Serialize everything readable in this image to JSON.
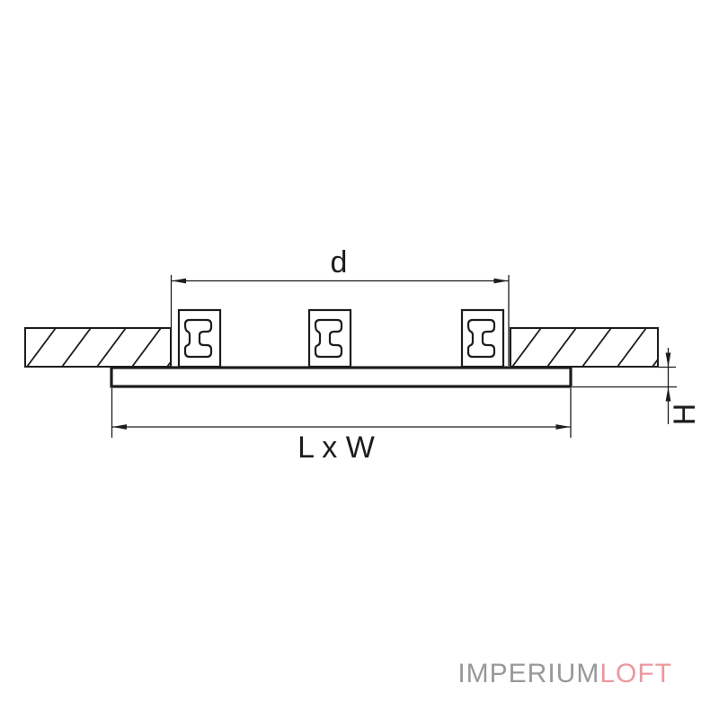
{
  "diagram": {
    "title": "recessed-luminaire-mounting-cross-section",
    "labels": {
      "cutout_span": "d",
      "panel_size": "L x W",
      "panel_height": "H"
    },
    "line_color": "#1d1d1d"
  },
  "watermark": {
    "primary": "IMPERIUM",
    "accent": "LOFT",
    "primary_color": "#97989b",
    "accent_color": "#eb999d"
  }
}
